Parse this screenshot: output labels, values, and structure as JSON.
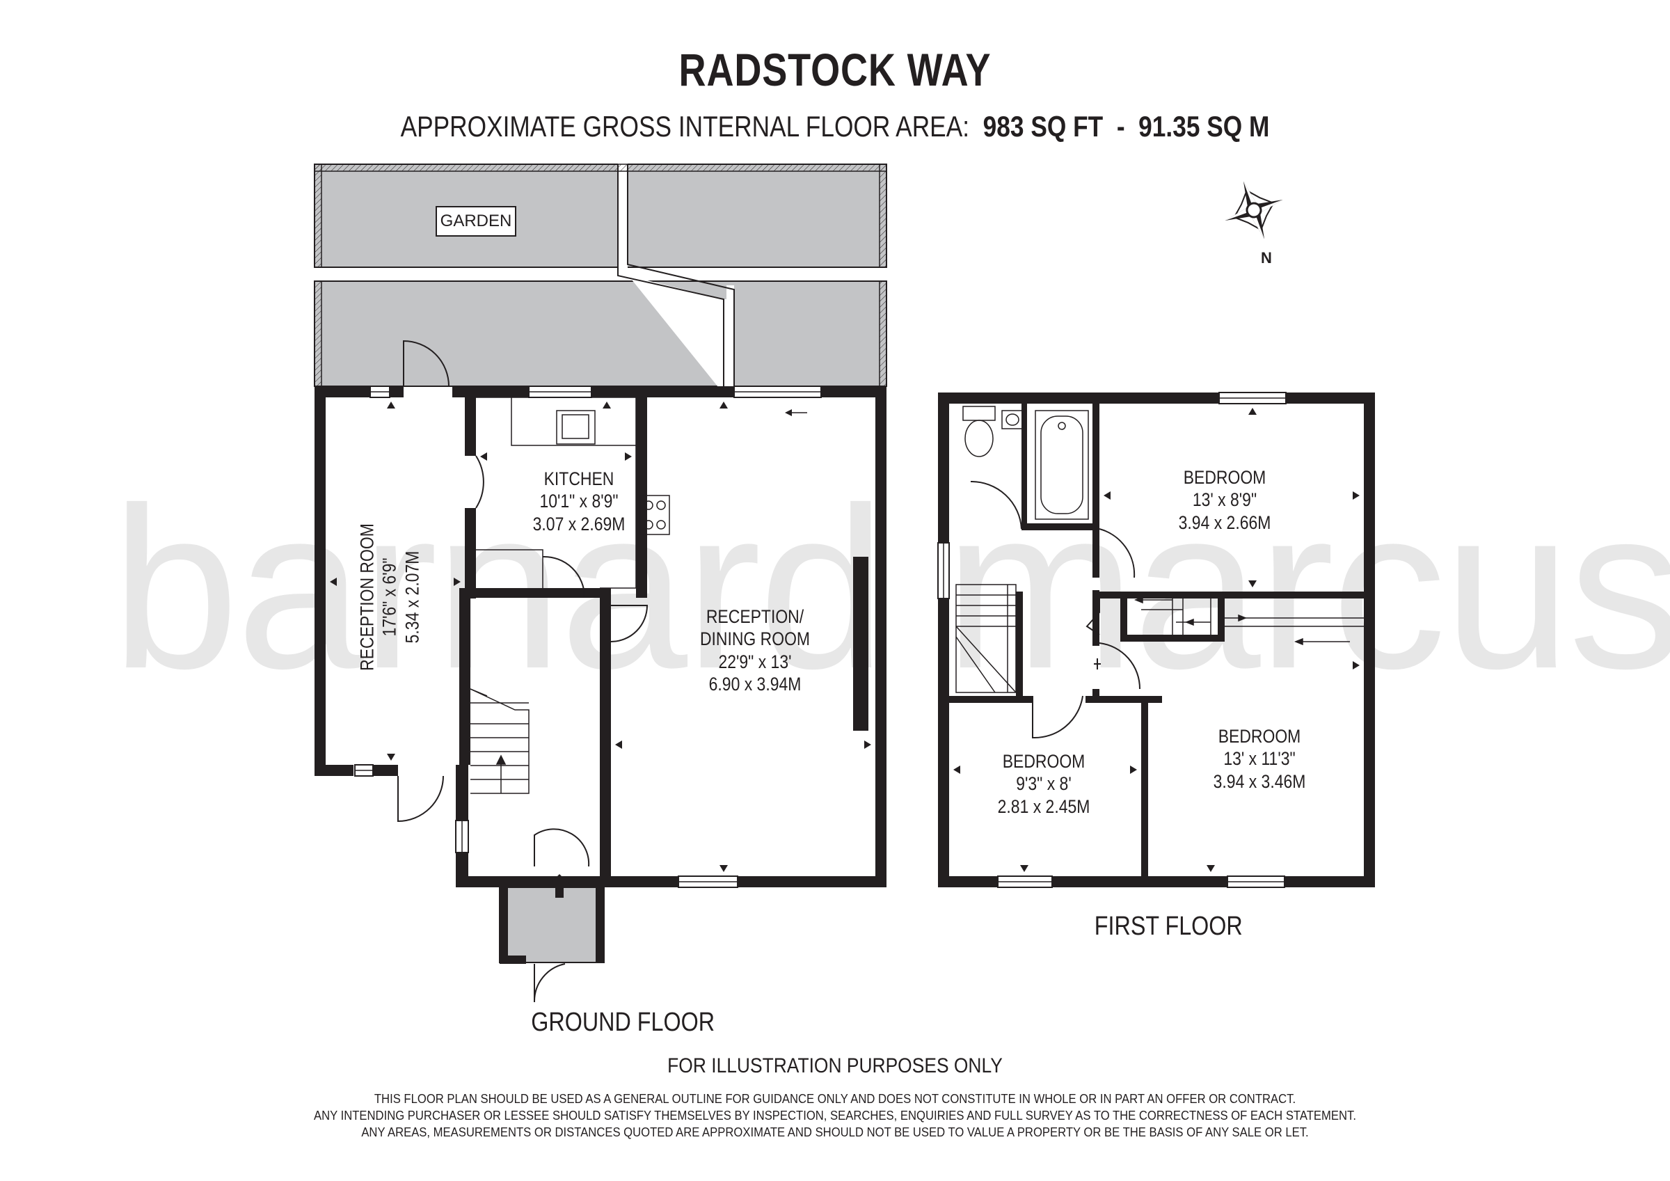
{
  "title": "RADSTOCK WAY",
  "area": {
    "prefix": "APPROXIMATE GROSS INTERNAL FLOOR AREA:",
    "sqft": "983 SQ FT",
    "separator": "-",
    "sqm": "91.35 SQ M"
  },
  "watermark": "barnard marcus",
  "compass": {
    "label": "N"
  },
  "garden": {
    "label": "GARDEN"
  },
  "ground_floor": {
    "label": "GROUND FLOOR",
    "rooms": [
      {
        "name": "RECEPTION ROOM",
        "imperial": "17'6\" x 6'9\"",
        "metric": "5.34 x 2.07M"
      },
      {
        "name": "KITCHEN",
        "imperial": "10'1\" x 8'9\"",
        "metric": "3.07 x 2.69M"
      },
      {
        "name": "RECEPTION/",
        "name2": "DINING ROOM",
        "imperial": "22'9\" x 13'",
        "metric": "6.90 x 3.94M"
      }
    ]
  },
  "first_floor": {
    "label": "FIRST FLOOR",
    "rooms": [
      {
        "name": "BEDROOM",
        "imperial": "13' x 8'9\"",
        "metric": "3.94 x 2.66M"
      },
      {
        "name": "BEDROOM",
        "imperial": "9'3\" x 8'",
        "metric": "2.81 x 2.45M"
      },
      {
        "name": "BEDROOM",
        "imperial": "13' x 11'3\"",
        "metric": "3.94 x 3.46M"
      }
    ]
  },
  "footer": {
    "illustration": "FOR ILLUSTRATION PURPOSES ONLY",
    "disclaimer": [
      "THIS FLOOR PLAN SHOULD BE USED AS A GENERAL OUTLINE FOR GUIDANCE ONLY AND DOES NOT CONSTITUTE IN WHOLE OR IN PART AN OFFER OR CONTRACT.",
      "ANY INTENDING PURCHASER OR LESSEE SHOULD SATISFY THEMSELVES BY INSPECTION, SEARCHES, ENQUIRIES AND FULL SURVEY AS TO THE CORRECTNESS OF EACH STATEMENT.",
      "ANY AREAS, MEASUREMENTS OR DISTANCES QUOTED ARE APPROXIMATE AND SHOULD NOT BE USED TO VALUE A PROPERTY OR BE THE BASIS OF ANY SALE OR LET."
    ]
  },
  "colors": {
    "wall": "#231f20",
    "garden_fill": "#c3c4c6",
    "watermark": "#e7e7e7"
  }
}
